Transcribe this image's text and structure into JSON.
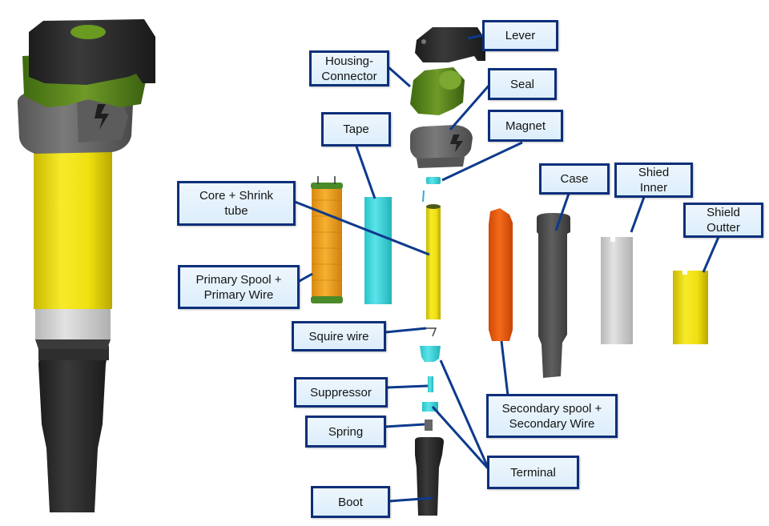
{
  "diagram": {
    "title": "Ignition coil exploded view",
    "colors": {
      "label_border": "#0d2f7a",
      "label_fill": "#e6f2fc",
      "leader_line": "#0d3a8c",
      "coil_body_yellow": "#f0e010",
      "coil_black": "#2a2a2a",
      "housing_green": "#5e8a1e",
      "seal_gray": "#6a6a6a",
      "tape_cyan": "#3fd6dc",
      "spool_orange": "#f0a020",
      "secondary_orange": "#ee6010",
      "case_gray": "#4a4a4a",
      "shield_inner_gray": "#d8d8d8",
      "shield_outer_yellow": "#f2e20a"
    },
    "labels": [
      {
        "id": "lever",
        "lines": [
          "Lever"
        ]
      },
      {
        "id": "housing-connector",
        "lines": [
          "Housing-",
          "Connector"
        ]
      },
      {
        "id": "seal",
        "lines": [
          "Seal"
        ]
      },
      {
        "id": "tape",
        "lines": [
          "Tape"
        ]
      },
      {
        "id": "magnet",
        "lines": [
          "Magnet"
        ]
      },
      {
        "id": "case",
        "lines": [
          "Case"
        ]
      },
      {
        "id": "shied-inner",
        "lines": [
          "Shied",
          "Inner"
        ]
      },
      {
        "id": "shield-outter",
        "lines": [
          "Shield",
          "Outter"
        ]
      },
      {
        "id": "core-shrink-tube",
        "lines": [
          "Core + Shrink",
          "tube"
        ]
      },
      {
        "id": "primary-spool",
        "lines": [
          "Primary Spool +",
          "Primary Wire"
        ]
      },
      {
        "id": "squire-wire",
        "lines": [
          "Squire wire"
        ]
      },
      {
        "id": "suppressor",
        "lines": [
          "Suppressor"
        ]
      },
      {
        "id": "spring",
        "lines": [
          "Spring"
        ]
      },
      {
        "id": "boot",
        "lines": [
          "Boot"
        ]
      },
      {
        "id": "secondary-spool",
        "lines": [
          "Secondary spool +",
          "Secondary Wire"
        ]
      },
      {
        "id": "terminal",
        "lines": [
          "Terminal"
        ]
      }
    ]
  }
}
